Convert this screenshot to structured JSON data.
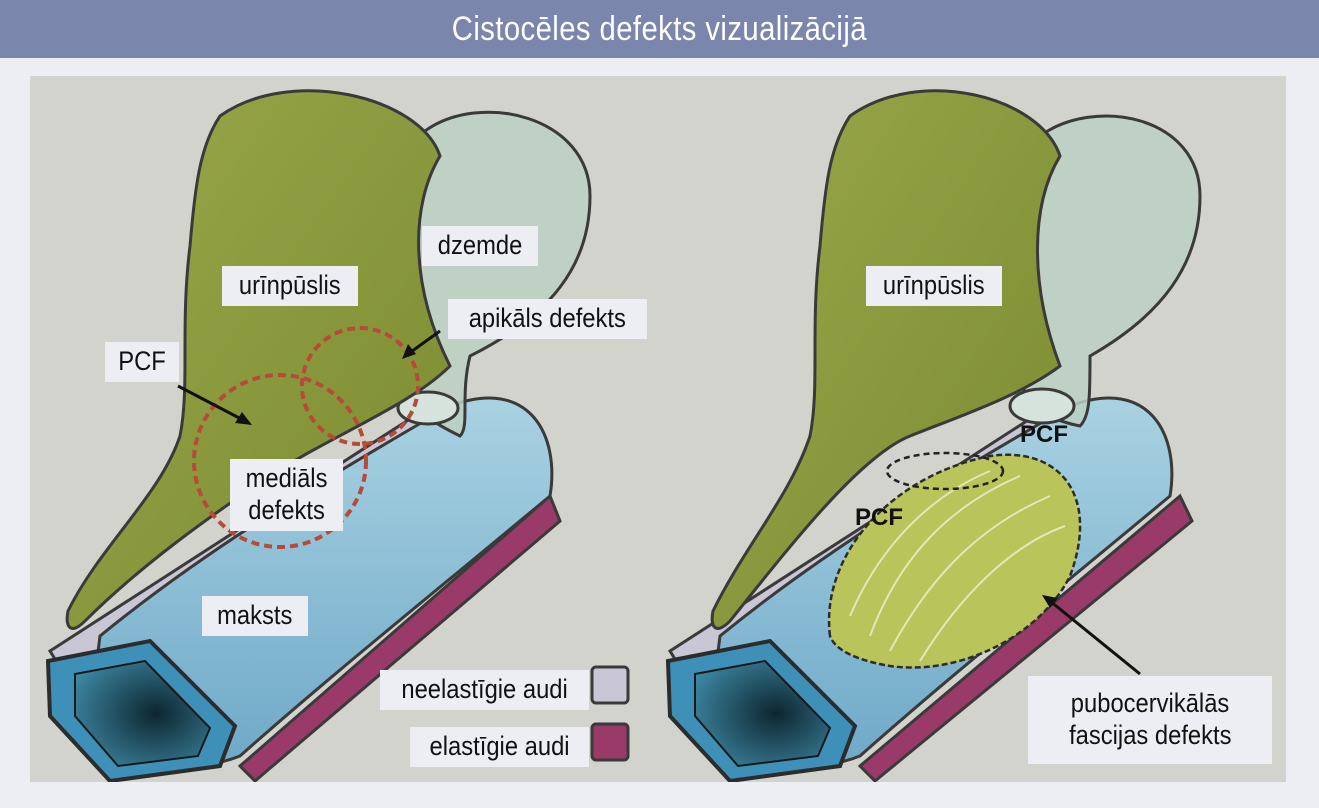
{
  "title": "Cistocēles defekts vizualizācijā",
  "labels": {
    "bladder_left": "urīnpūslis",
    "uterus": "dzemde",
    "apical_defect": "apikāls defekts",
    "pcf_left": "PCF",
    "medial_defect_line1": "mediāls",
    "medial_defect_line2": "defekts",
    "vagina": "maksts",
    "bladder_right": "urīnpūslis",
    "pcf_right_upper": "PCF",
    "pcf_right_lower": "PCF",
    "fascia_defect_line1": "pubocervikālās",
    "fascia_defect_line2": "fascijas defekts"
  },
  "legend": [
    {
      "label": "neelastīgie audi",
      "color": "#c9c6d6"
    },
    {
      "label": "elastīgie audi",
      "color": "#9a3a68"
    }
  ],
  "colors": {
    "bladder": "#8c9a3c",
    "uterus": "#bcd0c2",
    "vagina": "#8fc0d6",
    "defect_circle": "#b84a3a"
  }
}
